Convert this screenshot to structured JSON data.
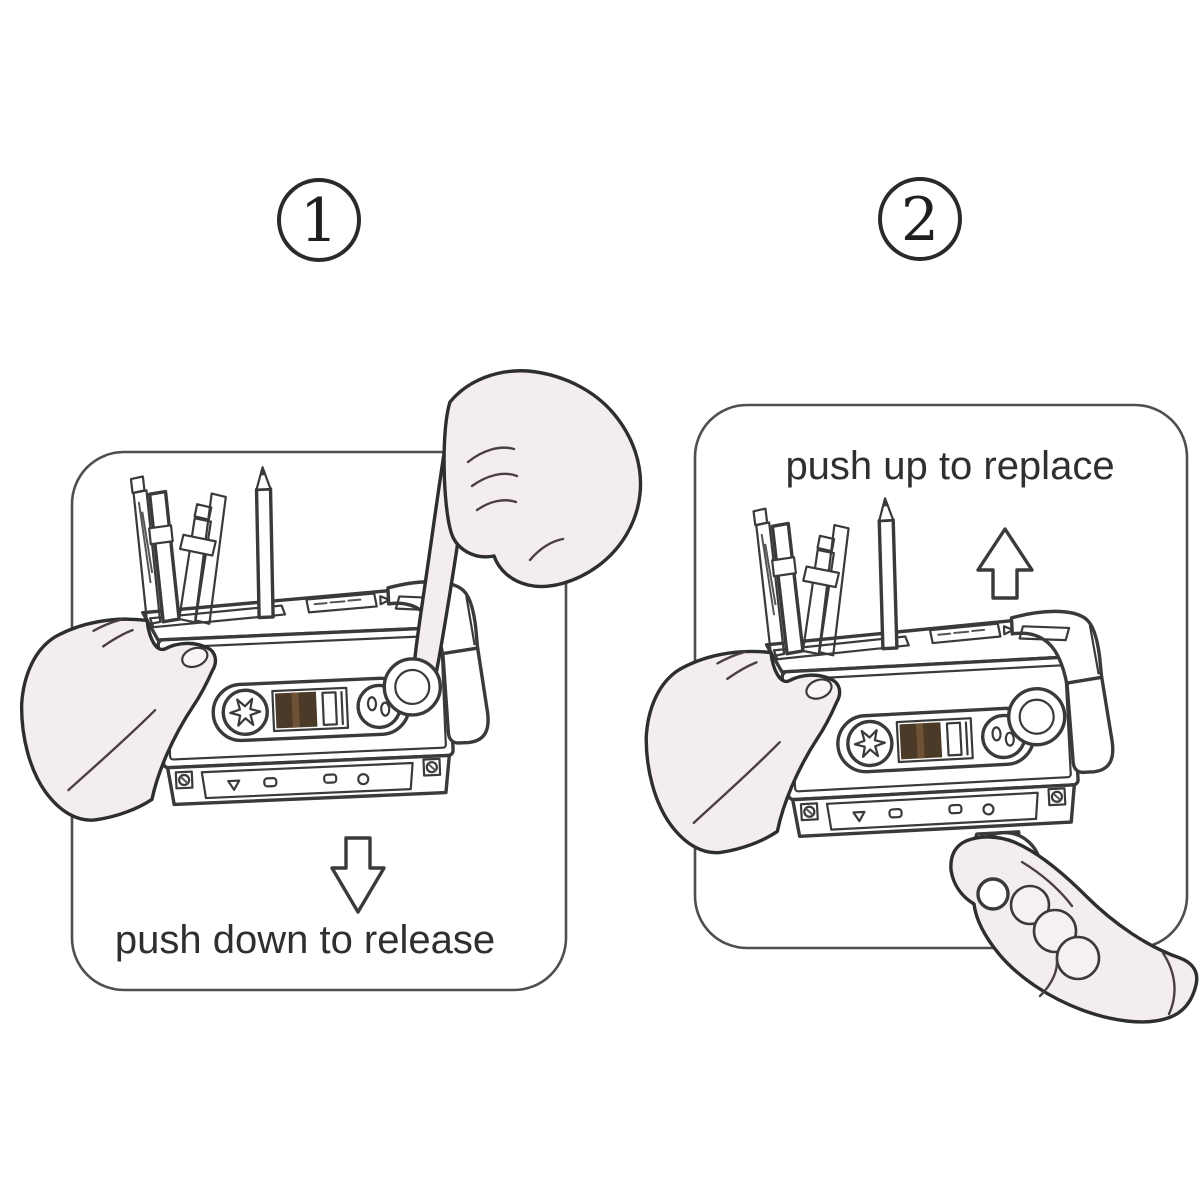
{
  "figure": {
    "type": "product-instruction-diagram",
    "subject": "cassette-shaped desk organizer / tape dispenser",
    "background": "#ffffff"
  },
  "steps": [
    {
      "number": "1",
      "caption": "push down to release",
      "arrow_direction": "down"
    },
    {
      "number": "2",
      "caption": "push up to replace",
      "arrow_direction": "up"
    }
  ],
  "icons": {
    "step1_arrow": "down-arrow-icon",
    "step2_arrow": "up-arrow-icon",
    "step1_badge": "circled-number-1",
    "step2_badge": "circled-number-2"
  },
  "colors": {
    "line": "#3a3a3a",
    "hand": "#f4edef",
    "nail": "#f9f5f6",
    "knuckle": "#f6f0f2",
    "tape": "#4c3a28",
    "tape_light": "#6f5236",
    "roll_base": "#b7a482",
    "panel_border": "#4f4f4f"
  }
}
